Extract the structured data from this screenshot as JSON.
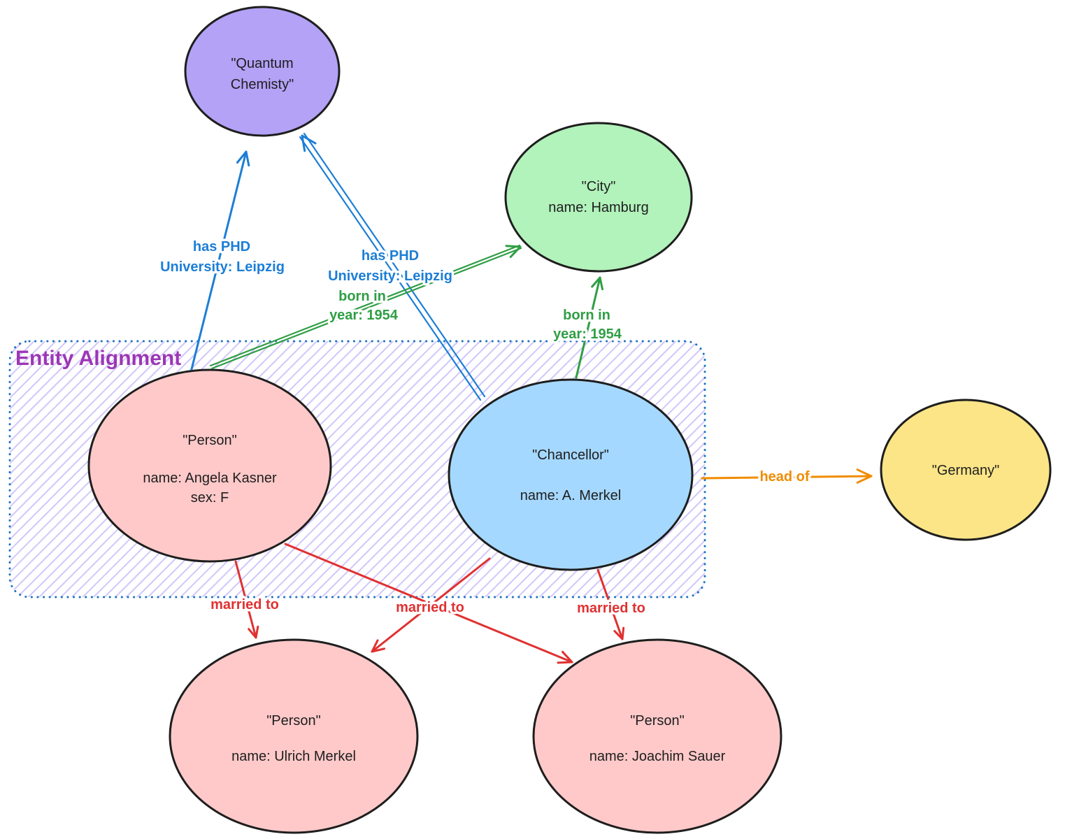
{
  "colors": {
    "node_stroke": "#1e1e1e",
    "text": "#1e1e1e",
    "blue": "#1c7ed6",
    "green": "#2f9e44",
    "red": "#e03131",
    "orange": "#f08c00",
    "purple_label": "#9c36b5",
    "box_border": "#1971c2",
    "hatch": "#c9bdfb"
  },
  "group": {
    "label": "Entity Alignment"
  },
  "nodes": {
    "quantum_chemistry": {
      "line1": "\"Quantum",
      "line2": "Chemisty\"",
      "fill": "#b3a2f6"
    },
    "city": {
      "line1": "\"City\"",
      "line2": "name: Hamburg",
      "fill": "#b2f2bb"
    },
    "person_angela": {
      "line1": "\"Person\"",
      "line2": "name: Angela Kasner",
      "line3": "sex: F",
      "fill": "#ffc9c9"
    },
    "chancellor": {
      "line1": "\"Chancellor\"",
      "line2": "name: A. Merkel",
      "fill": "#a5d8ff"
    },
    "germany": {
      "line1": "\"Germany\"",
      "fill": "#fbe587"
    },
    "person_ulrich": {
      "line1": "\"Person\"",
      "line2": "name: Ulrich Merkel",
      "fill": "#ffc9c9"
    },
    "person_joachim": {
      "line1": "\"Person\"",
      "line2": "name: Joachim Sauer",
      "fill": "#ffc9c9"
    }
  },
  "edges": {
    "angela_has_phd": {
      "label_line1": "has PHD",
      "label_line2": "University: Leipzig",
      "color": "#1c7ed6"
    },
    "chancellor_has_phd": {
      "label_line1": "has PHD",
      "label_line2": "University: Leipzig",
      "color": "#1c7ed6"
    },
    "angela_born_in": {
      "label_line1": "born in",
      "label_line2": "year: 1954",
      "color": "#2f9e44"
    },
    "chancellor_born_in": {
      "label_line1": "born in",
      "label_line2": "year: 1954",
      "color": "#2f9e44"
    },
    "chancellor_head_of": {
      "label": "head of",
      "color": "#f08c00"
    },
    "angela_married_to_ulrich": {
      "label": "married to",
      "color": "#e03131"
    },
    "angela_married_to_joachim": {
      "label": "married to",
      "color": "#e03131"
    },
    "chancellor_married_to_ulrich": {
      "color": "#e03131"
    },
    "chancellor_married_to_joachim": {
      "label": "married to",
      "color": "#e03131"
    }
  }
}
